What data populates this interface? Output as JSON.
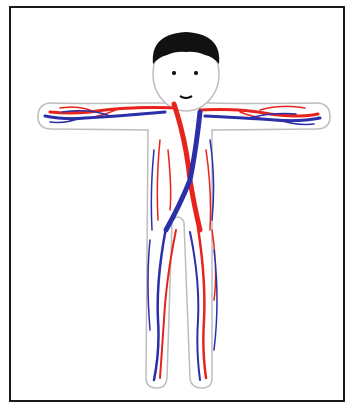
{
  "colors": {
    "frame_border": "#1a1a1a",
    "body_fill": "#ffffff",
    "body_outline": "#bdbdbd",
    "hair": "#111111",
    "artery": "#e8231e",
    "vein": "#2b2fa8"
  },
  "figure": {
    "parts": [
      "head",
      "hair",
      "face",
      "arms",
      "torso-legs"
    ],
    "vessel_types": [
      "arteries",
      "veins"
    ]
  }
}
